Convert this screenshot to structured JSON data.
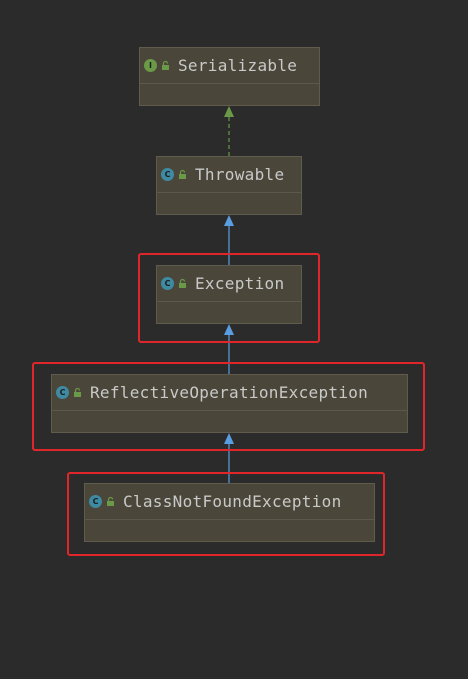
{
  "diagram": {
    "nodes": [
      {
        "id": "serializable",
        "label": "Serializable",
        "kind": "interface",
        "badge": "I"
      },
      {
        "id": "throwable",
        "label": "Throwable",
        "kind": "class",
        "badge": "C"
      },
      {
        "id": "exception",
        "label": "Exception",
        "kind": "class",
        "badge": "C"
      },
      {
        "id": "reflective",
        "label": "ReflectiveOperationException",
        "kind": "class",
        "badge": "C"
      },
      {
        "id": "classnotfound",
        "label": "ClassNotFoundException",
        "kind": "class",
        "badge": "C"
      }
    ],
    "edges": [
      {
        "from": "throwable",
        "to": "serializable",
        "type": "implements",
        "color": "#6a9a47"
      },
      {
        "from": "exception",
        "to": "throwable",
        "type": "extends",
        "color": "#5a9de0"
      },
      {
        "from": "reflective",
        "to": "exception",
        "type": "extends",
        "color": "#5a9de0"
      },
      {
        "from": "classnotfound",
        "to": "reflective",
        "type": "extends",
        "color": "#5a9de0"
      }
    ],
    "highlighted": [
      "exception",
      "reflective",
      "classnotfound"
    ],
    "colors": {
      "background": "#2b2b2b",
      "node_fill": "#4a473a",
      "highlight": "#e0262b",
      "interface_badge": "#6a9a47",
      "class_badge": "#3f8aa3"
    }
  }
}
